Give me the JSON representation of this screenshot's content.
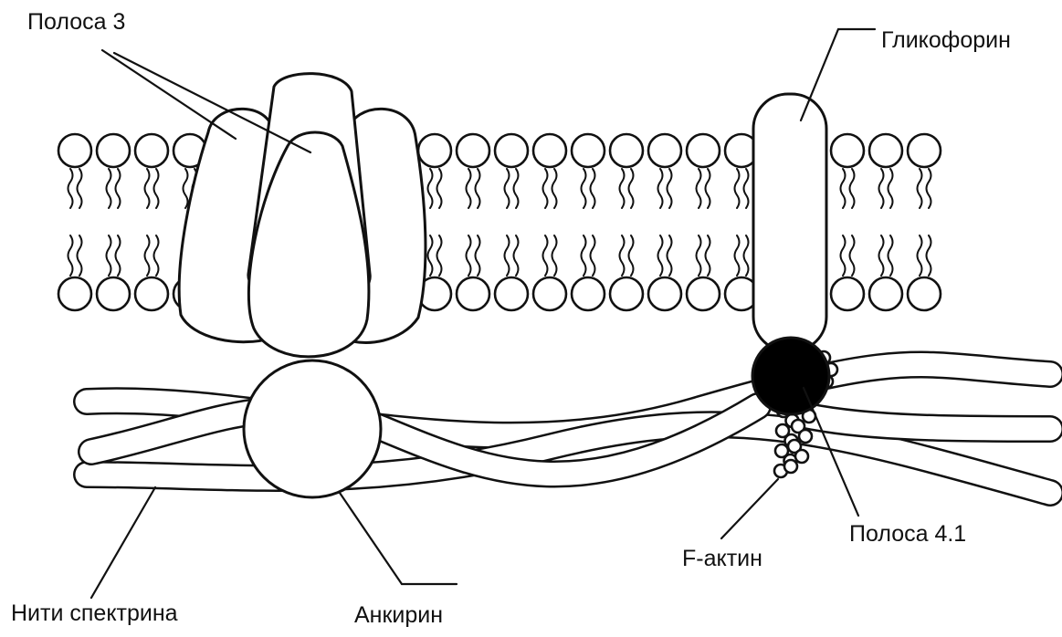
{
  "labels": {
    "band3": "Полоса 3",
    "glycophorin": "Гликофорин",
    "spectrin": "Нити спектрина",
    "ankyrin": "Анкирин",
    "factin": "F-актин",
    "band41": "Полоса 4.1"
  },
  "colors": {
    "outline": "#111111",
    "fill": "#ffffff",
    "band41_fill": "#000000"
  }
}
